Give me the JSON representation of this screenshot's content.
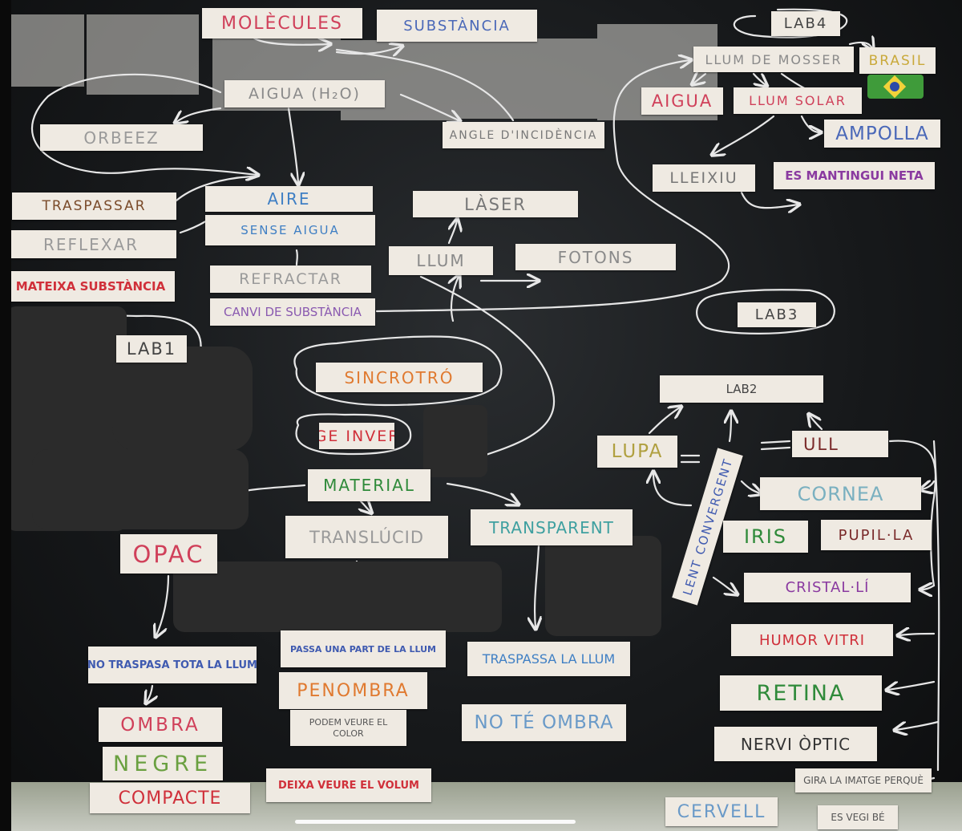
{
  "labels": [
    {
      "id": "moleculs",
      "text": "MOLÈCULES",
      "color": "#d0405a"
    },
    {
      "id": "substancia",
      "text": "SUBSTÀNCIA",
      "color": "#4a68b8"
    },
    {
      "id": "aigua-h2o",
      "text": "AIGUA (H₂O)",
      "color": "#8a8a8a"
    },
    {
      "id": "orbeez",
      "text": "ORBEEZ",
      "color": "#9a9a9a"
    },
    {
      "id": "angle",
      "text": "ANGLE D'INCIDÈNCIA",
      "color": "#777"
    },
    {
      "id": "traspassar",
      "text": "TRASPASSAR",
      "color": "#7a4b2a"
    },
    {
      "id": "aire",
      "text": "AIRE",
      "color": "#3f7fc4"
    },
    {
      "id": "sense-aigua",
      "text": "SENSE AIGUA",
      "color": "#3f7fc4"
    },
    {
      "id": "laser",
      "text": "LÀSER",
      "color": "#777"
    },
    {
      "id": "reflexar",
      "text": "REFLEXAR",
      "color": "#9a9a9a"
    },
    {
      "id": "llum",
      "text": "LLUM",
      "color": "#8a8a8a"
    },
    {
      "id": "fotons",
      "text": "FOTONS",
      "color": "#8a8a8a"
    },
    {
      "id": "mateixa",
      "text": "MATEIXA SUBSTÀNCIA",
      "color": "#d0303a"
    },
    {
      "id": "refractar",
      "text": "REFRACTAR",
      "color": "#9a9a9a"
    },
    {
      "id": "canvi",
      "text": "CANVI DE SUBSTÀNCIA",
      "color": "#8a5ab0"
    },
    {
      "id": "lab4",
      "text": "LAB4",
      "color": "#444"
    },
    {
      "id": "llum-mosser",
      "text": "LLUM DE MOSSER",
      "color": "#8a8a8a"
    },
    {
      "id": "brasil",
      "text": "BRASIL",
      "color": "#c9a93a"
    },
    {
      "id": "aigua2",
      "text": "AIGUA",
      "color": "#d0405a"
    },
    {
      "id": "llum-solar",
      "text": "LLUM SOLAR",
      "color": "#d0405a"
    },
    {
      "id": "ampolla",
      "text": "AMPOLLA",
      "color": "#4a68b8"
    },
    {
      "id": "lleixiu",
      "text": "LLEIXIU",
      "color": "#777"
    },
    {
      "id": "mantingui",
      "text": "ES MANTINGUI NETA",
      "color": "#8a3aa0"
    },
    {
      "id": "lab3",
      "text": "LAB3",
      "color": "#444"
    },
    {
      "id": "lab1",
      "text": "LAB1",
      "color": "#444"
    },
    {
      "id": "sincrotro",
      "text": "SINCROTRÓ",
      "color": "#e07a30"
    },
    {
      "id": "lab2",
      "text": "LAB2",
      "color": "#444"
    },
    {
      "id": "imatge",
      "text": "IMATGE INVERTIDA",
      "color": "#d0303a"
    },
    {
      "id": "lupa",
      "text": "LUPA",
      "color": "#b0a040"
    },
    {
      "id": "ull",
      "text": "ULL",
      "color": "#7a2a2a"
    },
    {
      "id": "material",
      "text": "MATERIAL",
      "color": "#2f8a3a"
    },
    {
      "id": "cornea",
      "text": "CORNEA",
      "color": "#7ab0c0"
    },
    {
      "id": "lent",
      "text": "LENT CONVERGENT",
      "color": "#3f5ab0"
    },
    {
      "id": "iris",
      "text": "IRIS",
      "color": "#2f8a3a"
    },
    {
      "id": "pupila",
      "text": "PUPIL·LA",
      "color": "#7a2a2a"
    },
    {
      "id": "translucid",
      "text": "TRANSLÚCID",
      "color": "#9a9a9a"
    },
    {
      "id": "transparent",
      "text": "TRANSPARENT",
      "color": "#3fa0a0"
    },
    {
      "id": "opac",
      "text": "OPAC",
      "color": "#d0405a"
    },
    {
      "id": "cristali",
      "text": "CRISTAL·LÍ",
      "color": "#8a3aa0"
    },
    {
      "id": "humor",
      "text": "HUMOR VITRI",
      "color": "#d0303a"
    },
    {
      "id": "notraspasa",
      "text": "NO TRASPASA TOTA LA LLUM",
      "color": "#3f5ab0"
    },
    {
      "id": "passa",
      "text": "PASSA UNA PART DE LA LLUM",
      "color": "#3f5ab0"
    },
    {
      "id": "traspassa",
      "text": "TRASPASSA LA LLUM",
      "color": "#3f7fc4"
    },
    {
      "id": "penombra",
      "text": "PENOMBRA",
      "color": "#e07a30"
    },
    {
      "id": "retina",
      "text": "RETINA",
      "color": "#2f8a3a"
    },
    {
      "id": "ombra",
      "text": "OMBRA",
      "color": "#d0405a"
    },
    {
      "id": "podem",
      "text": "PODEM VEURE EL COLOR",
      "color": "#555"
    },
    {
      "id": "noteombra",
      "text": "NO TÉ OMBRA",
      "color": "#6a9ac8"
    },
    {
      "id": "nervi",
      "text": "NERVI ÒPTIC",
      "color": "#333"
    },
    {
      "id": "negre",
      "text": "NEGRE",
      "color": "#6aa040"
    },
    {
      "id": "compacte",
      "text": "COMPACTE",
      "color": "#d0303a"
    },
    {
      "id": "deixa",
      "text": "DEIXA VEURE EL VOLUM",
      "color": "#d0303a"
    },
    {
      "id": "gira",
      "text": "GIRA LA IMATGE PERQUÈ",
      "color": "#555"
    },
    {
      "id": "cervell",
      "text": "CERVELL",
      "color": "#6a9ac8"
    },
    {
      "id": "es-vegi",
      "text": "ES VEGI BÉ",
      "color": "#555"
    }
  ]
}
